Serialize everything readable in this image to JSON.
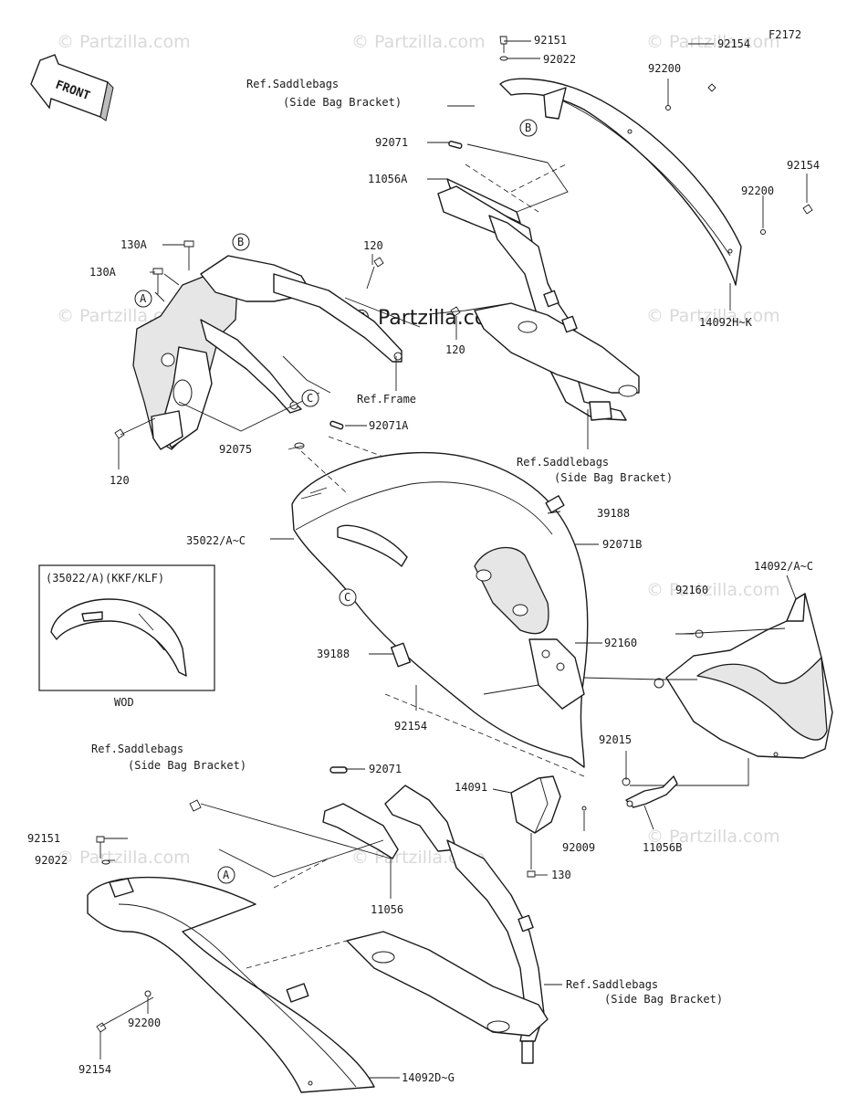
{
  "diagram_code": "F2172",
  "front_label": "FRONT",
  "watermark": "© Partzilla.com",
  "center_watermark": "© Partzilla.com",
  "inset": {
    "title": "(35022/A)(KKF/KLF)",
    "caption": "WOD"
  },
  "callouts": {
    "A": "A",
    "B": "B",
    "C": "C"
  },
  "labels": {
    "p92151_top": "92151",
    "p92022_top": "92022",
    "p92154_a": "92154",
    "p92200_a": "92200",
    "ref_sb_1": "Ref.Saddlebags",
    "ref_sb_1b": "(Side Bag Bracket)",
    "p92071_a": "92071",
    "p11056A": "11056A",
    "p92154_b": "92154",
    "p92200_b": "92200",
    "p130A_1": "130A",
    "p130A_2": "130A",
    "p120_a": "120",
    "p120_b": "120",
    "p14092HK": "14092H~K",
    "ref_frame": "Ref.Frame",
    "p120_c": "120",
    "p92071A": "92071A",
    "p92075": "92075",
    "ref_sb_2": "Ref.Saddlebags",
    "ref_sb_2b": "(Side Bag Bracket)",
    "p39188_a": "39188",
    "p35022": "35022/A~C",
    "p92071B": "92071B",
    "p14092AC": "14092/A~C",
    "p92160_a": "92160",
    "p92160_b": "92160",
    "p39188_b": "39188",
    "p92154_c": "92154",
    "ref_sb_3": "Ref.Saddlebags",
    "ref_sb_3b": "(Side Bag Bracket)",
    "p92071_b": "92071",
    "p92015": "92015",
    "p14091": "14091",
    "p92009": "92009",
    "p11056B": "11056B",
    "p92151_bot": "92151",
    "p92022_bot": "92022",
    "p130": "130",
    "p11056": "11056",
    "ref_sb_4": "Ref.Saddlebags",
    "ref_sb_4b": "(Side Bag Bracket)",
    "p92200_c": "92200",
    "p92154_d": "92154",
    "p14092DG": "14092D~G"
  }
}
